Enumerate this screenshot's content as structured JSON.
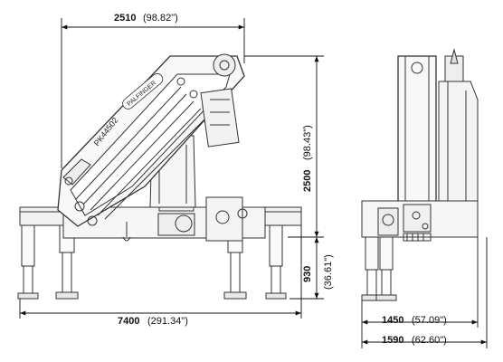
{
  "diagram": {
    "model": "PK44502",
    "brand": "PALFINGER",
    "dimensions": {
      "width_top": {
        "mm": "2510",
        "in": "(98.82\")"
      },
      "height": {
        "mm": "2500",
        "in": "(98.43\")"
      },
      "leg_height": {
        "mm": "930",
        "in": "(36.61\")"
      },
      "spread": {
        "mm": "7400",
        "in": "(291.34\")"
      },
      "base_width": {
        "mm": "1450",
        "in": "(57.09\")"
      },
      "overall_width": {
        "mm": "1590",
        "in": "(62.60\")"
      }
    }
  }
}
